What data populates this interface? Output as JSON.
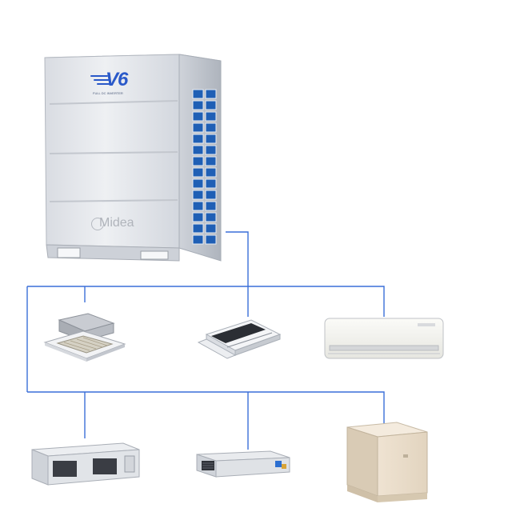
{
  "outdoor_unit": {
    "model_badge": "V6",
    "badge_tagline": "FULL DC INVERTER",
    "brand": "Midea"
  },
  "indoor_units": [
    {
      "name": "four-way-cassette-unit"
    },
    {
      "name": "one-way-cassette-unit"
    },
    {
      "name": "wall-mounted-unit"
    },
    {
      "name": "high-static-duct-unit"
    },
    {
      "name": "slim-duct-unit"
    },
    {
      "name": "floor-standing-unit"
    }
  ],
  "colors": {
    "pipe_line": "#3a6fd8",
    "unit_body": "#e4e7ec",
    "fan_grille": "#1f5fb5",
    "console_body": "#efe6d8"
  }
}
